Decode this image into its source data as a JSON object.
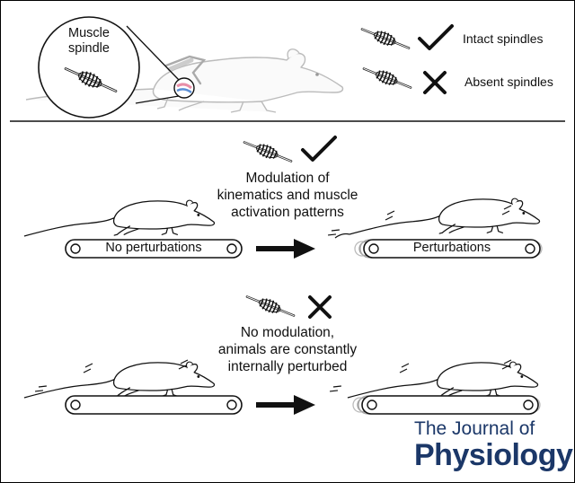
{
  "header": {
    "inset_label": "Muscle\nspindle",
    "legend": [
      {
        "label": "Intact spindles",
        "symbol": "check-icon"
      },
      {
        "label": "Absent spindles",
        "symbol": "cross-icon"
      }
    ]
  },
  "panel_intact": {
    "symbol": "check-icon",
    "caption": "Modulation of\nkinematics and muscle\nactivation patterns",
    "left_belt_label": "No perturbations",
    "right_belt_label": "Perturbations"
  },
  "panel_absent": {
    "symbol": "cross-icon",
    "caption": "No modulation,\nanimals are constantly\ninternally perturbed"
  },
  "logo": {
    "line1": "The Journal of",
    "line2": "Physiology"
  },
  "colors": {
    "ink": "#111111",
    "journal_blue": "#1b3768",
    "spindle_pink": "#e88fa8",
    "spindle_blue": "#5b8fd6",
    "faded_mouse": "#b8b8b8"
  }
}
